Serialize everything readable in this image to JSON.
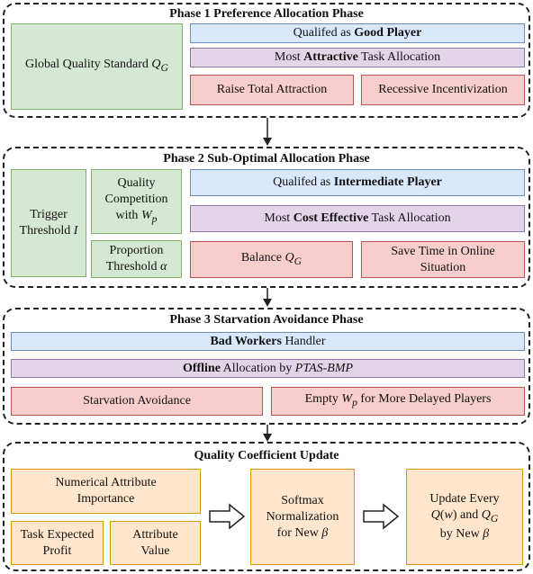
{
  "phase1": {
    "title": "Phase 1 Preference Allocation Phase",
    "quality_standard": {
      "text": "Global Quality Standard ",
      "math": "Q",
      "sub": "G"
    },
    "good_player": {
      "pre": "Qualifed as ",
      "bold": "Good Player"
    },
    "attractive": {
      "pre": "Most ",
      "bold": "Attractive",
      "post": " Task Allocation"
    },
    "raise": "Raise Total Attraction",
    "recessive": "Recessive Incentivization"
  },
  "phase2": {
    "title": "Phase 2 Sub-Optimal Allocation Phase",
    "trigger": {
      "line1": "Trigger",
      "line2": "Threshold ",
      "math": "I"
    },
    "quality_comp": {
      "line1": "Quality",
      "line2": "Competition",
      "line3": "with ",
      "math": "W",
      "sub": "p"
    },
    "proportion": {
      "line1": "Proportion",
      "line2": "Threshold ",
      "math": "α"
    },
    "intermediate": {
      "pre": "Qualifed as ",
      "bold": "Intermediate Player"
    },
    "cost_effective": {
      "pre": "Most ",
      "bold": "Cost Effective",
      "post": " Task Allocation"
    },
    "balance": {
      "pre": "Balance ",
      "math": "Q",
      "sub": "G"
    },
    "save_time": {
      "line1": "Save Time in Online",
      "line2": "Situation"
    }
  },
  "phase3": {
    "title": "Phase 3 Starvation Avoidance Phase",
    "bad_workers": {
      "bold": "Bad Workers",
      "post": " Handler"
    },
    "offline": {
      "bold": "Offline",
      "post": " Allocation by ",
      "ital": "PTAS-BMP"
    },
    "starvation": "Starvation Avoidance",
    "empty": {
      "pre": "Empty ",
      "math": "W",
      "sub": "p",
      "post": "  for More Delayed Players"
    }
  },
  "phase4": {
    "title": "Quality Coefficient Update",
    "numerical": {
      "line1": "Numerical Attribute",
      "line2": "Importance"
    },
    "task_profit": {
      "line1": "Task Expected",
      "line2": "Profit"
    },
    "attr_value": {
      "line1": "Attribute",
      "line2": "Value"
    },
    "softmax": {
      "line1": "Softmax",
      "line2": "Normalization",
      "line3": "for New ",
      "math": "β"
    },
    "update": {
      "line1": "Update Every",
      "m1": "Q",
      "m1b": "(",
      "m1c": "w",
      "m1d": ")",
      "and": " and ",
      "m2": "Q",
      "sub": "G",
      "line3": "by New ",
      "math": "β"
    }
  },
  "colors": {
    "green_fill": "#d5e8d4",
    "blue_fill": "#dae8fc",
    "purple_fill": "#e1d5e7",
    "red_fill": "#f8cecc",
    "orange_fill": "#ffe6cc"
  },
  "icons": [
    "arrow-down-icon",
    "arrow-right-icon"
  ]
}
